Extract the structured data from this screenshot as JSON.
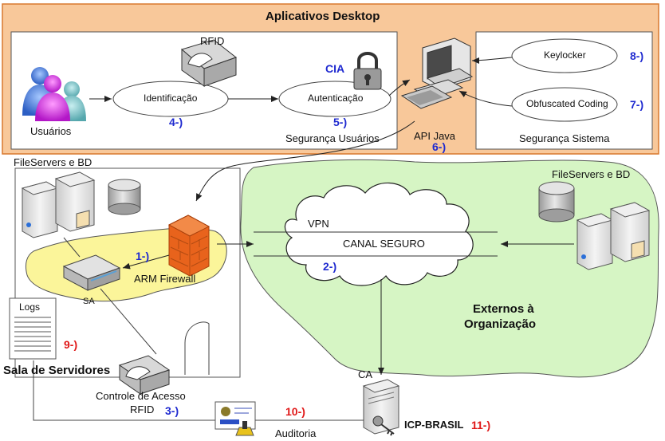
{
  "desktop_title": "Aplicativos Desktop",
  "rfid_top": "RFID",
  "cia": "CIA",
  "usuarios": "Usuários",
  "identificacao": "Identificação",
  "autenticacao": "Autenticação",
  "num4": "4-)",
  "num5": "5-)",
  "seg_usuarios": "Segurança Usuários",
  "api_java": "API Java",
  "num6": "6-)",
  "keylocker": "Keylocker",
  "num8": "8-)",
  "obfuscated": "Obfuscated Coding",
  "num7": "7-)",
  "seg_sistema": "Segurança Sistema",
  "fileservers_left": "FileServers e BD",
  "fileservers_right": "FileServers e BD",
  "vpn": "VPN",
  "canal": "CANAL SEGURO",
  "num2": "2-)",
  "num1": "1-)",
  "arm_firewall": "ARM Firewall",
  "sa": "SA",
  "logs": "Logs",
  "num9": "9-)",
  "externos1": "Externos à",
  "externos2": "Organização",
  "sala": "Sala de Servidores",
  "ca": "CA",
  "controle": "Controle de Acesso",
  "rfid_bottom": "RFID",
  "num3": "3-)",
  "num10": "10-)",
  "icp": "ICP-BRASIL",
  "num11": "11-)",
  "auditoria": "Auditoria",
  "colors": {
    "desktop_bg": "#f8c89a",
    "desktop_border": "#d9792e",
    "green_zone": "#d6f5c4",
    "yellow_zone": "#fbf59a",
    "firewall": "#e8631c",
    "blue_num": "#1f2ad0",
    "red_num": "#e01818"
  }
}
